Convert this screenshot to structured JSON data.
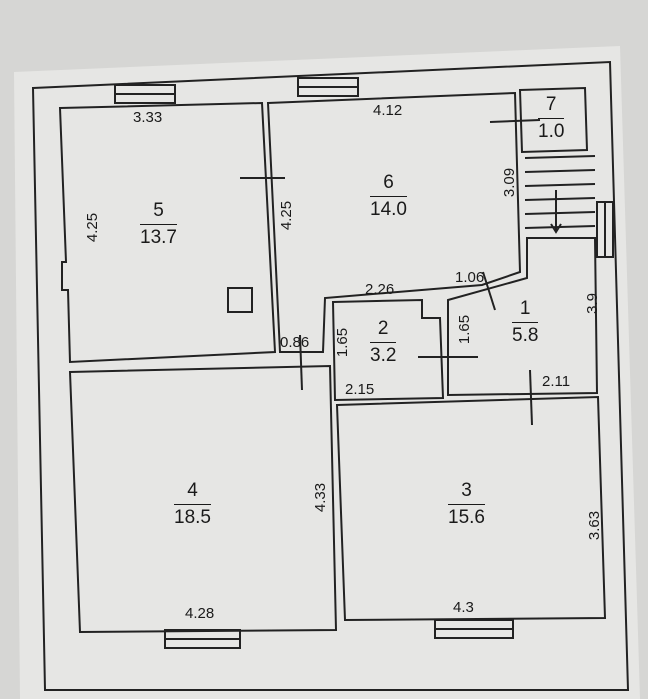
{
  "rooms": [
    {
      "number": "1",
      "area": "5.8"
    },
    {
      "number": "2",
      "area": "3.2"
    },
    {
      "number": "3",
      "area": "15.6"
    },
    {
      "number": "4",
      "area": "18.5"
    },
    {
      "number": "5",
      "area": "13.7"
    },
    {
      "number": "6",
      "area": "14.0"
    },
    {
      "number": "7",
      "area": "1.0"
    }
  ],
  "dimensions": {
    "r5_top": "3.33",
    "r5_left": "4.25",
    "r5_right": "4.25",
    "r6_top": "4.12",
    "r6_right": "3.09",
    "corridor_top": "2.26",
    "corridor_diag": "1.06",
    "r2_left": "1.65",
    "r2_right": "1.65",
    "r2_bottom": "2.15",
    "door_width": "0.86",
    "r1_right": "3.9",
    "r1_bottom": "2.11",
    "r4_right": "4.33",
    "r4_bottom": "4.28",
    "r3_right": "3.63",
    "r3_bottom": "4.3"
  }
}
